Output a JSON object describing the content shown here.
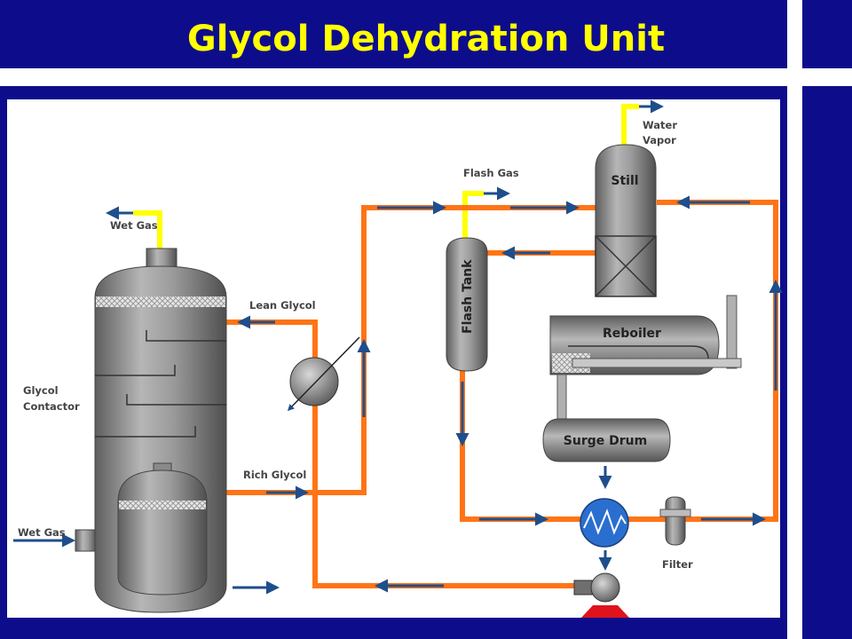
{
  "slide": {
    "title": "Glycol Dehydration Unit"
  },
  "diagram": {
    "labels": {
      "water_vapor_line1": "Water",
      "water_vapor_line2": "Vapor",
      "flash_gas": "Flash Gas",
      "wet_gas_top": "Wet Gas",
      "lean_glycol": "Lean Glycol",
      "glycol_contactor_line1": "Glycol",
      "glycol_contactor_line2": "Contactor",
      "rich_glycol": "Rich Glycol",
      "wet_gas_inlet": "Wet Gas",
      "filter": "Filter"
    },
    "equipment": {
      "still": "Still",
      "flash_tank": "Flash Tank",
      "reboiler": "Reboiler",
      "surge_drum": "Surge Drum"
    },
    "colors": {
      "background_blue": "#0d0d8c",
      "title_yellow": "#ffff00",
      "glycol_line": "#ff7417",
      "gas_line": "#ffff00",
      "flow_arrow": "#1f4e8c",
      "vessel_gray": "#8c8c8c",
      "exchanger_blue": "#2a6fd0",
      "pump_base_red": "#e0121b"
    }
  }
}
